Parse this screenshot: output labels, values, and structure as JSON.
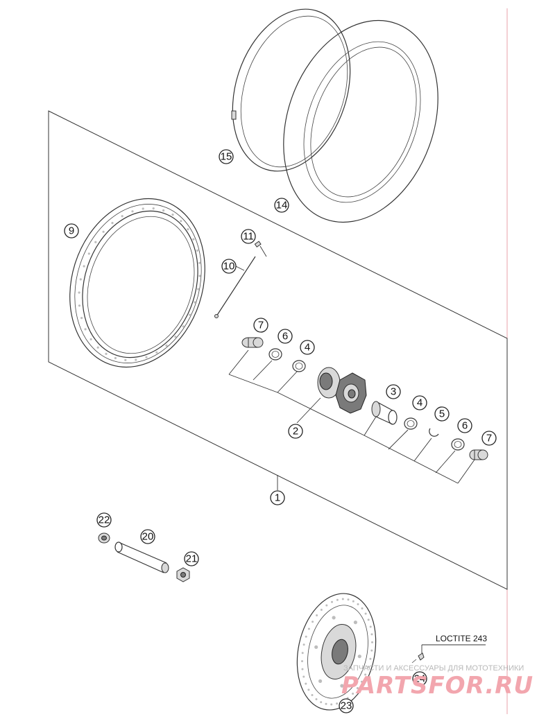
{
  "callouts": [
    {
      "id": "c1",
      "label": "1"
    },
    {
      "id": "c2",
      "label": "2"
    },
    {
      "id": "c3",
      "label": "3"
    },
    {
      "id": "c4a",
      "label": "4"
    },
    {
      "id": "c4b",
      "label": "4"
    },
    {
      "id": "c5",
      "label": "5"
    },
    {
      "id": "c6a",
      "label": "6"
    },
    {
      "id": "c6b",
      "label": "6"
    },
    {
      "id": "c7a",
      "label": "7"
    },
    {
      "id": "c7b",
      "label": "7"
    },
    {
      "id": "c9",
      "label": "9"
    },
    {
      "id": "c10",
      "label": "10"
    },
    {
      "id": "c11",
      "label": "11"
    },
    {
      "id": "c14",
      "label": "14"
    },
    {
      "id": "c15",
      "label": "15"
    },
    {
      "id": "c20",
      "label": "20"
    },
    {
      "id": "c21",
      "label": "21"
    },
    {
      "id": "c22",
      "label": "22"
    },
    {
      "id": "c23",
      "label": "23"
    },
    {
      "id": "c24",
      "label": "24"
    }
  ],
  "loctite_label": "LOCTITE 243",
  "watermark": {
    "subtitle": "ЗАПЧАСТИ И АКСЕССУАРЫ ДЛЯ МОТОТЕХНИКИ",
    "brand": "PARTSFOR.RU"
  },
  "colors": {
    "line": "#333333",
    "watermark_brand": "#f2a6ae",
    "margin_line": "#e8a0a8"
  }
}
